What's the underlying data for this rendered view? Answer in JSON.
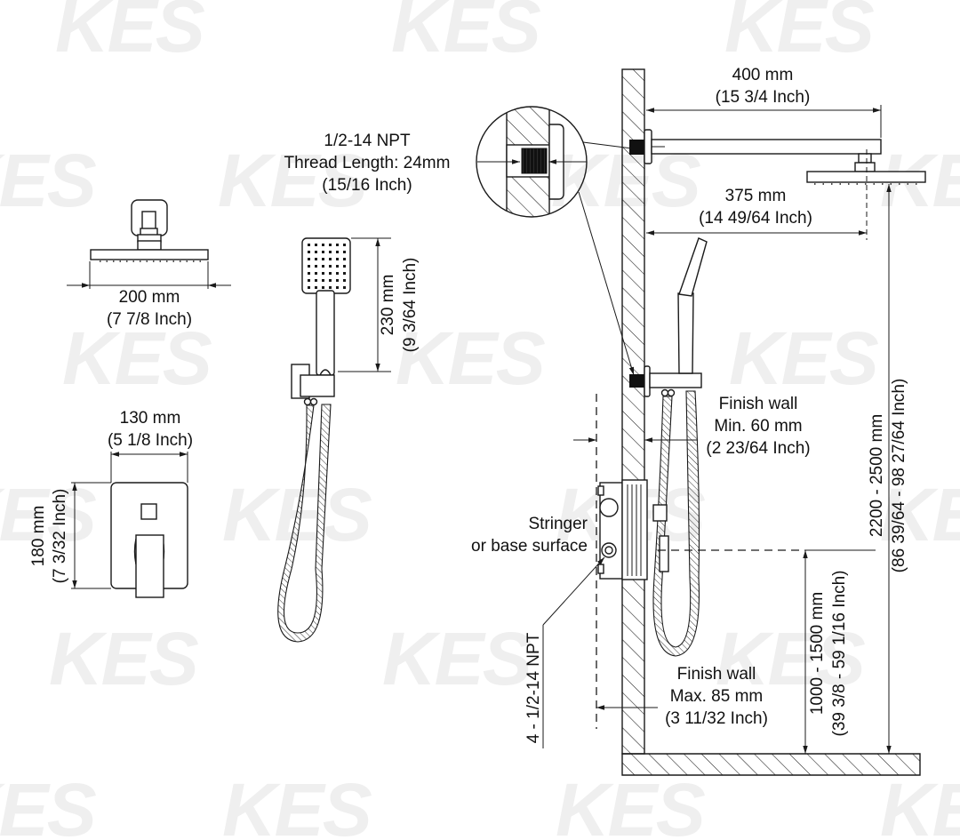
{
  "watermark": {
    "text": "KES",
    "color": "#efefef"
  },
  "colors": {
    "line": "#1a1a1a",
    "background": "#ffffff",
    "watermark": "#efefef"
  },
  "overhead_shower": {
    "width_mm": "200 mm",
    "width_in": "(7 7/8 Inch)"
  },
  "valve_trim": {
    "width_mm": "130 mm",
    "width_in": "(5 1/8 Inch)",
    "height_mm": "180 mm",
    "height_in": "(7 3/32 Inch)"
  },
  "hand_shower": {
    "length_mm": "230 mm",
    "length_in": "(9 3/64 Inch)"
  },
  "thread_detail": {
    "line1": "1/2-14 NPT",
    "line2": "Thread Length: 24mm",
    "line3": "(15/16 Inch)"
  },
  "shower_arm": {
    "length_mm": "400 mm",
    "length_in": "(15 3/4 Inch)",
    "center_mm": "375 mm",
    "center_in": "(14 49/64 Inch)"
  },
  "finish_wall_min": {
    "line1": "Finish wall",
    "line2": "Min. 60 mm",
    "line3": "(2 23/64 Inch)"
  },
  "finish_wall_max": {
    "line1": "Finish wall",
    "line2": "Max. 85 mm",
    "line3": "(3 11/32 Inch)"
  },
  "stringer": {
    "line1": "Stringer",
    "line2": "or base surface"
  },
  "valve_ports": {
    "label": "4 - 1/2-14 NPT"
  },
  "valve_height": {
    "mm": "1000 - 1500 mm",
    "in": "(39 3/8 - 59 1/16 Inch)"
  },
  "shower_height": {
    "mm": "2200 - 2500 mm",
    "in": "(86 39/64 - 98 27/64 Inch)"
  }
}
